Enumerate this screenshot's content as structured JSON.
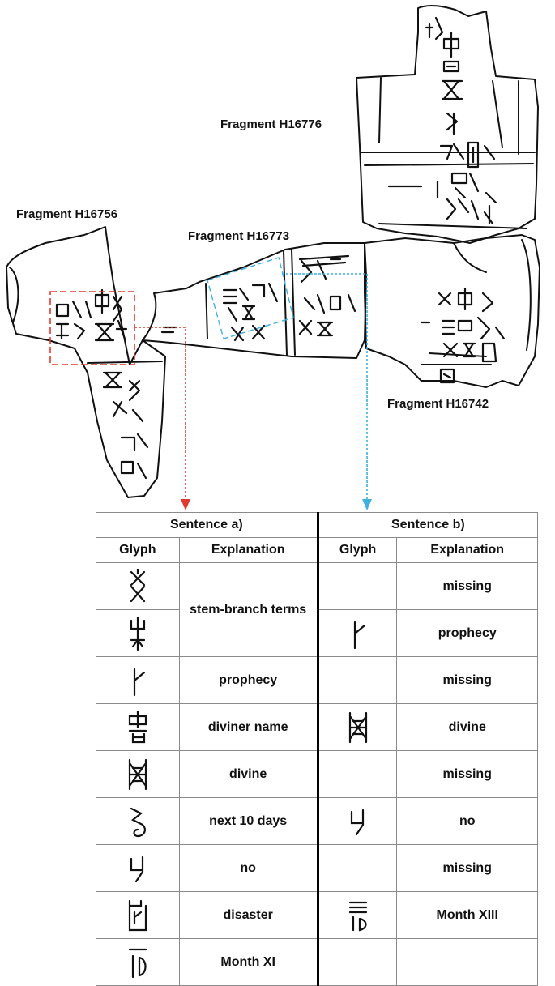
{
  "fragments": {
    "h16776": "Fragment H16776",
    "h16756": "Fragment H16756",
    "h16773": "Fragment H16773",
    "h16742": "Fragment H16742"
  },
  "colors": {
    "sentence_a_link": "#e03a2f",
    "sentence_b_link": "#3fb0e0",
    "missing": "#d9302a"
  },
  "table": {
    "sentence_a": "Sentence a)",
    "sentence_b": "Sentence b)",
    "glyph_header": "Glyph",
    "explanation_header": "Explanation",
    "rows": [
      {
        "a_glyph": "stem-branch-glyph-1",
        "a_text": "stem-branch terms",
        "b_glyph": "",
        "b_text": "missing",
        "b_missing": true
      },
      {
        "a_glyph": "stem-branch-glyph-2",
        "a_text": "",
        "b_glyph": "prophecy-glyph",
        "b_text": "prophecy",
        "b_missing": false
      },
      {
        "a_glyph": "prophecy-glyph",
        "a_text": "prophecy",
        "b_glyph": "",
        "b_text": "missing",
        "b_missing": true
      },
      {
        "a_glyph": "diviner-name-glyph",
        "a_text": "diviner name",
        "b_glyph": "divine-glyph",
        "b_text": "divine",
        "b_missing": false
      },
      {
        "a_glyph": "divine-glyph",
        "a_text": "divine",
        "b_glyph": "",
        "b_text": "missing",
        "b_missing": true
      },
      {
        "a_glyph": "next-10-days-glyph",
        "a_text": "next 10 days",
        "b_glyph": "no-glyph",
        "b_text": "no",
        "b_missing": false
      },
      {
        "a_glyph": "no-glyph",
        "a_text": "no",
        "b_glyph": "",
        "b_text": "missing",
        "b_missing": true
      },
      {
        "a_glyph": "disaster-glyph",
        "a_text": "disaster",
        "b_glyph": "month-xiii-glyph",
        "b_text": "Month XIII",
        "b_missing": false
      },
      {
        "a_glyph": "month-xi-glyph",
        "a_text": "Month XI",
        "b_glyph": "",
        "b_text": "",
        "b_missing": false
      }
    ]
  }
}
